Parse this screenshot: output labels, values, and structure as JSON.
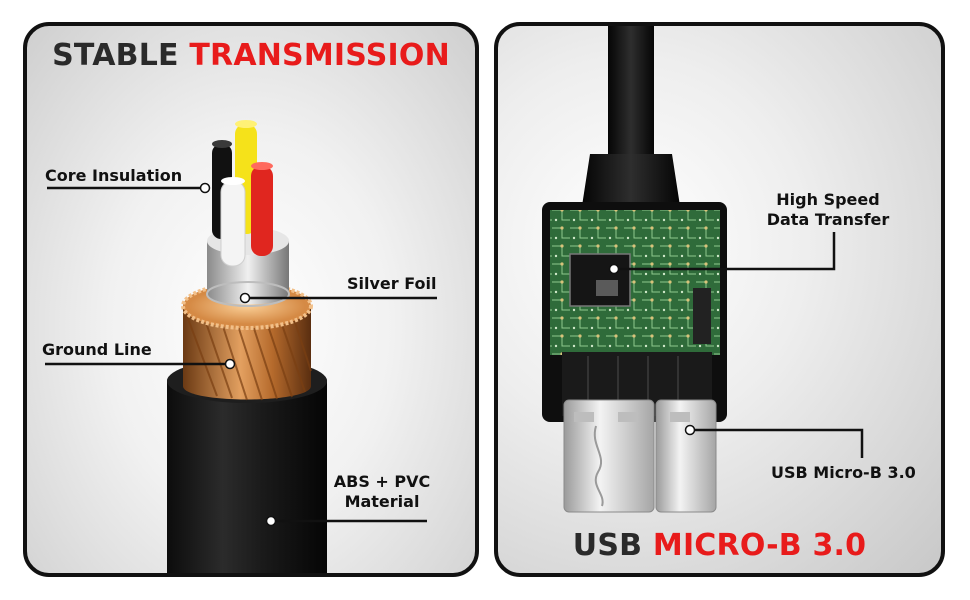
{
  "left_panel": {
    "title_dark": "STABLE",
    "title_red": "TRANSMISSION",
    "labels": {
      "core_insulation": "Core Insulation",
      "silver_foil": "Silver Foil",
      "ground_line": "Ground Line",
      "abs_pvc_line1": "ABS + PVC",
      "abs_pvc_line2": "Material"
    }
  },
  "right_panel": {
    "title_dark": "USB",
    "title_red": "MICRO-B 3.0",
    "labels": {
      "high_speed_line1": "High Speed",
      "high_speed_line2": "Data Transfer",
      "usb_micro_b": "USB Micro-B 3.0"
    }
  },
  "colors": {
    "title_red": "#e81b1b",
    "title_dark": "#2a2a2a",
    "cable_black": "#161616",
    "copper": "#c27a3a",
    "pcb_green": "#2f6b3a",
    "wire_yellow": "#f5e21a",
    "wire_red": "#e0261f",
    "wire_white": "#f4f4f4"
  }
}
